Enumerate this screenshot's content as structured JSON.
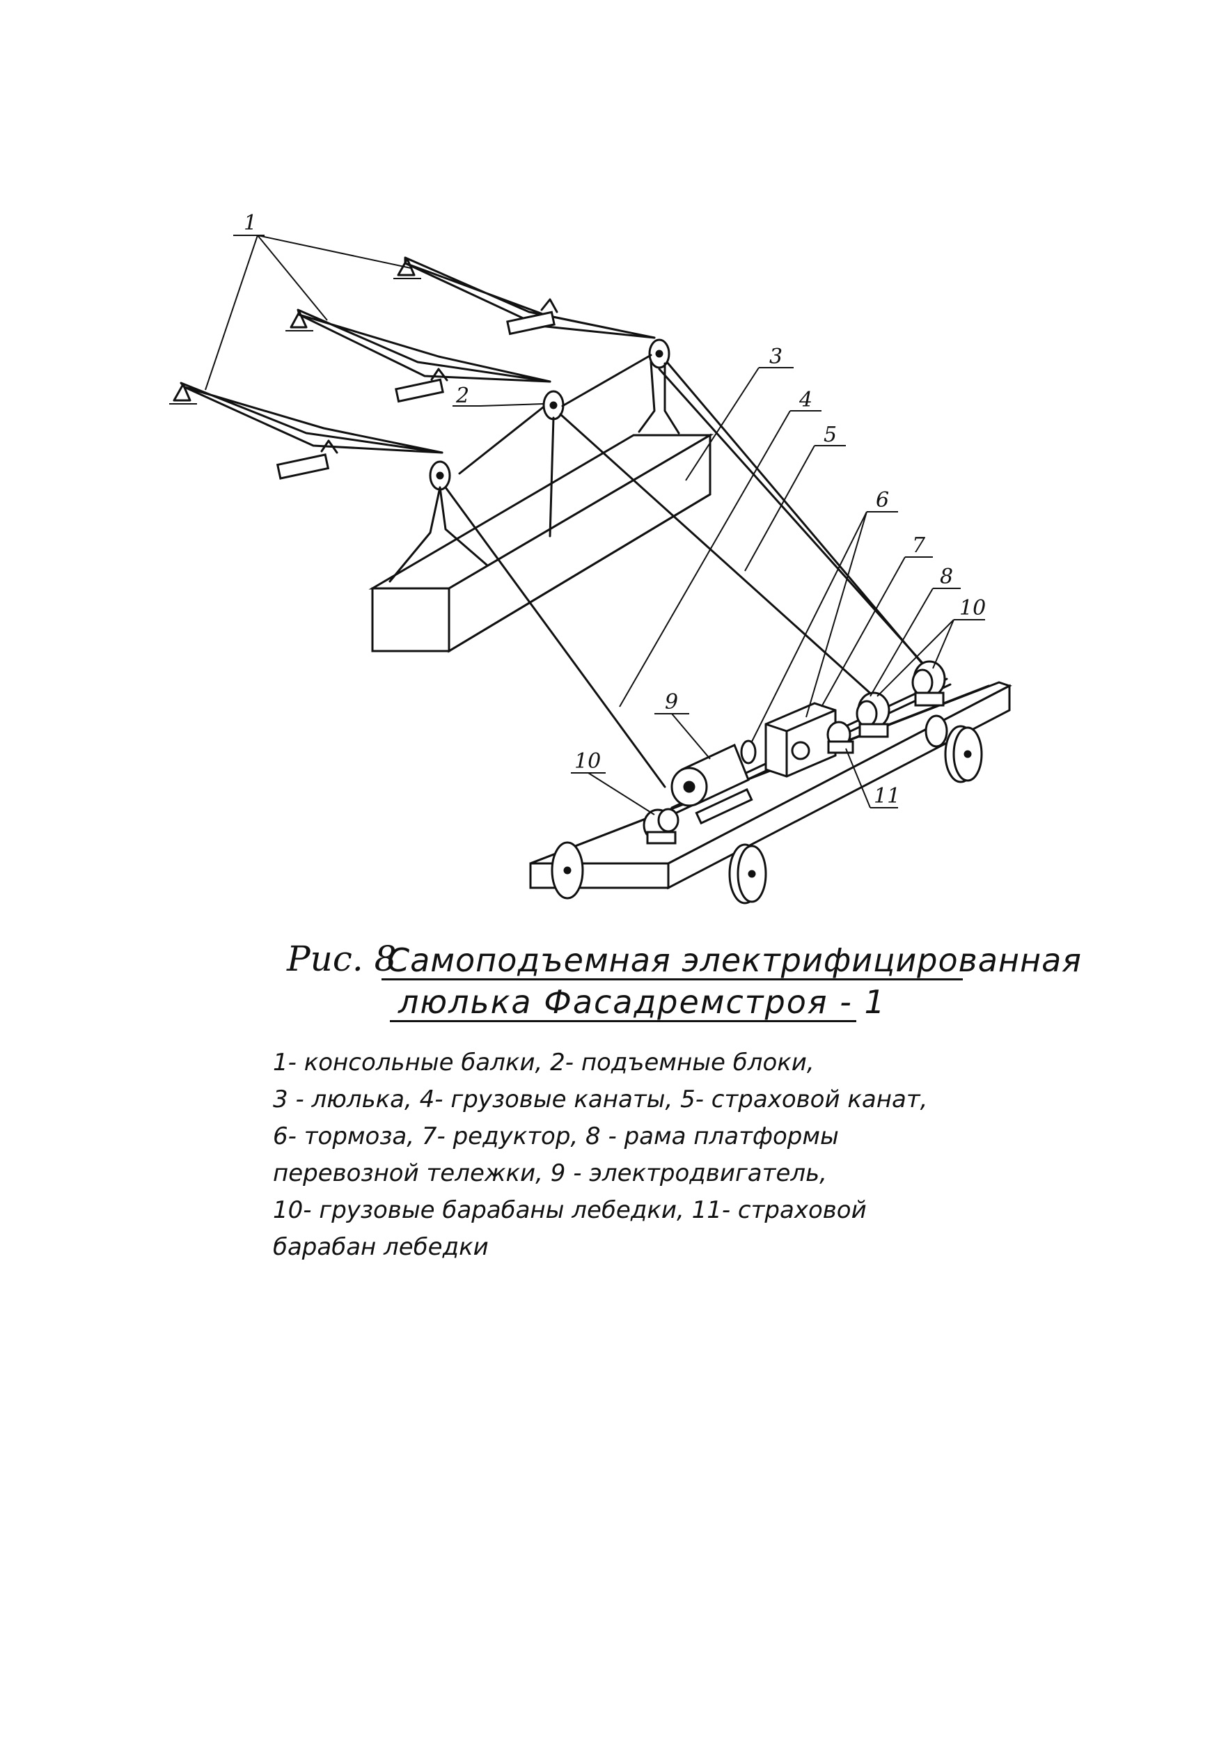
{
  "labels": {
    "n1": "1",
    "n2": "2",
    "n3": "3",
    "n4": "4",
    "n5": "5",
    "n6": "6",
    "n7": "7",
    "n8": "8",
    "n9": "9",
    "n10a": "10",
    "n10b": "10",
    "n11": "11"
  },
  "caption": {
    "fig": "Рис. 8",
    "title_line1": "Самоподъемная электрифицированная",
    "title_line2": "люлька Фасадремстроя - 1"
  },
  "legend": {
    "line1": "1- консольные балки, 2- подъемные блоки,",
    "line2": "3 - люлька, 4- грузовые канаты, 5- страховой канат,",
    "line3": "6- тормоза, 7- редуктор, 8 - рама платформы",
    "line4": "перевозной тележки, 9 - электродвигатель,",
    "line5": "10- грузовые барабаны лебедки, 11- страховой",
    "line6": "барабан лебедки"
  }
}
